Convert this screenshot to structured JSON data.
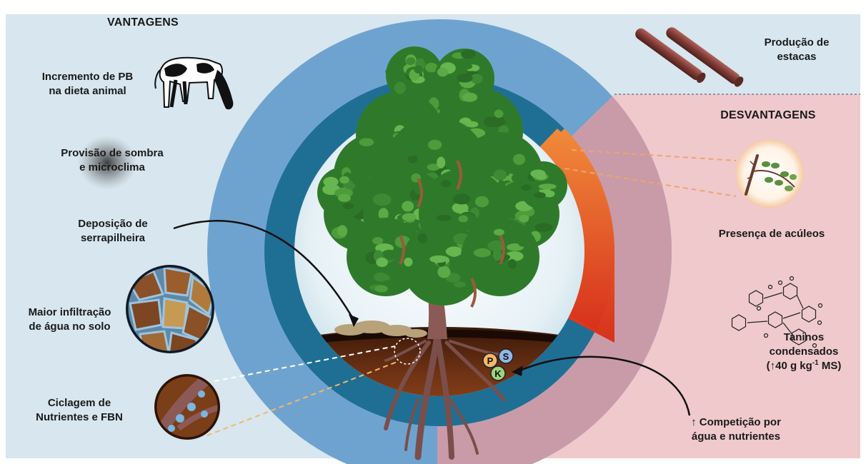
{
  "headers": {
    "advantages": "VANTAGENS",
    "disadvantages": "DESVANTAGENS"
  },
  "advantages": {
    "crude_protein": [
      "Incremento de PB",
      "na dieta animal"
    ],
    "shade": [
      "Provisão de sombra",
      "e microclima"
    ],
    "litter": [
      "Deposição de",
      "serrapilheira"
    ],
    "infiltration": [
      "Maior infiltração",
      "de água no solo"
    ],
    "nutrient_cycling": [
      "Ciclagem de",
      "Nutrientes e FBN"
    ],
    "stakes": [
      "Produção de",
      "estacas"
    ]
  },
  "disadvantages": {
    "thorns": "Presença de acúleos",
    "tannins": {
      "line1": "Taninos",
      "line2": "condensados",
      "amount_prefix": "(↑40 g kg",
      "amount_exponent": "-1",
      "amount_suffix": " MS)"
    },
    "competition": [
      "↑ Competição por",
      "água e nutrientes"
    ]
  },
  "nutrients": {
    "p": "P",
    "s": "S",
    "k": "K"
  },
  "colors": {
    "advantage_panel": "#d7e6ef",
    "disadvantage_panel": "#efc9cc",
    "outer_ring_blue": "#6fa3cf",
    "inner_ring_teal": "#1f6f95",
    "inner_ring_red": "#e2552a",
    "canopy_green": "#3c8b34",
    "soil_brown": "#6e3214",
    "trunk": "#8c5a56"
  },
  "icons": [
    "cow-icon",
    "stake-icon",
    "thorny-branch-icon",
    "tannin-molecule-icon",
    "soil-aggregate-icon",
    "root-nodule-icon"
  ]
}
